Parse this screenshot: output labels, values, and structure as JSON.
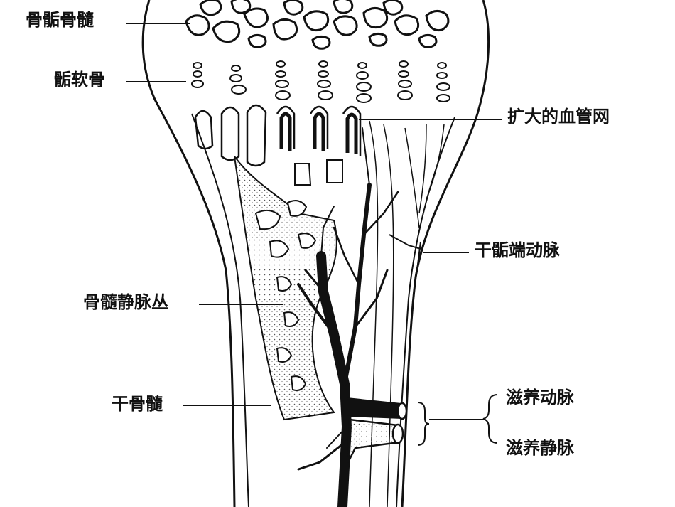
{
  "labels": {
    "epiphyseal_marrow": "骨骺骨髓",
    "epiphyseal_cartilage": "骺软骨",
    "enlarged_vascular_network": "扩大的血管网",
    "metaphyseal_artery": "干骺端动脉",
    "marrow_venous_plexus": "骨髓静脉丛",
    "diaphyseal_marrow": "干骨髓",
    "nutrient_artery": "滋养动脉",
    "nutrient_vein": "滋养静脉"
  },
  "colors": {
    "ink": "#111111",
    "background": "#ffffff",
    "stipple": "#555555"
  }
}
